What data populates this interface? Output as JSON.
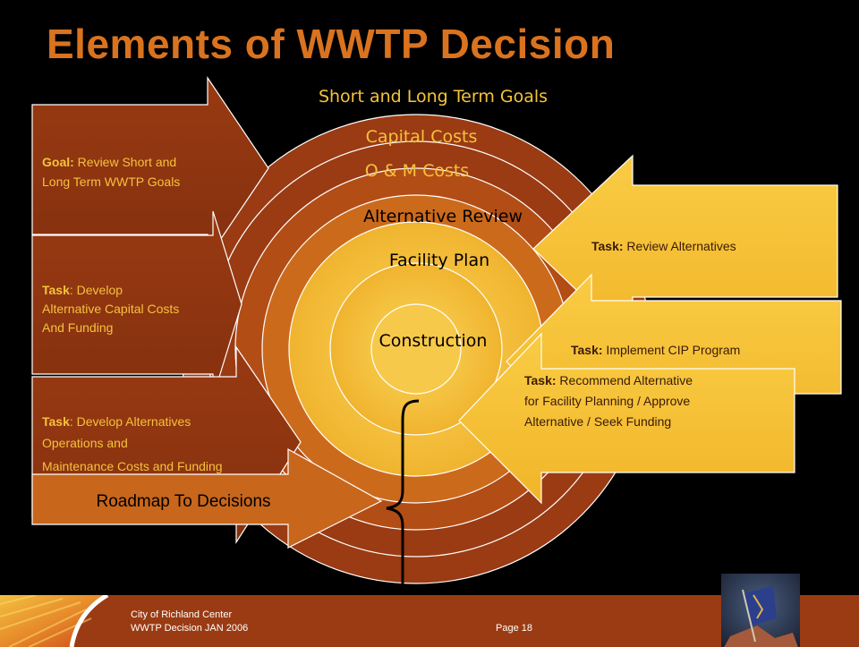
{
  "title": "Elements of WWTP Decision",
  "rings": {
    "r1": "Short and Long Term Goals",
    "r2": "Capital Costs",
    "r3": "O & M Costs",
    "r4": "Alternative Review",
    "r5": "Facility Plan",
    "r6": "Construction"
  },
  "left_boxes": [
    {
      "bold": "Goal:",
      "lines": [
        " Review Short and",
        " Long Term WWTP Goals"
      ]
    },
    {
      "bold": "Task",
      "lines": [
        ": Develop",
        "Alternative Capital Costs",
        "And Funding"
      ]
    },
    {
      "bold": "Task",
      "lines": [
        ": Develop Alternatives",
        "Operations and",
        "Maintenance Costs and Funding"
      ]
    }
  ],
  "roadmap": "Roadmap To Decisions",
  "right_boxes": [
    {
      "bold": "Task:",
      "lines": [
        " Review Alternatives"
      ]
    },
    {
      "bold": "Task:",
      "lines": [
        " Implement CIP Program"
      ]
    },
    {
      "bold": "Task:",
      "lines": [
        " Recommend Alternative",
        " for Facility Planning / Approve",
        "Alternative / Seek Funding"
      ]
    }
  ],
  "footer": {
    "org": "City of Richland Center",
    "doc": "WWTP Decision  JAN  2006",
    "page": "Page 18"
  },
  "colors": {
    "title": "#d9731f",
    "ring_dark": "#9a3b13",
    "ring_mid": "#c8651a",
    "ring_light": "#f0b83a",
    "ring_core": "#f6c94a",
    "left_box": "#8f3510",
    "right_box": "#f6c13a",
    "roadmap": "#c8661c",
    "ring_text": "#f5c23c"
  }
}
